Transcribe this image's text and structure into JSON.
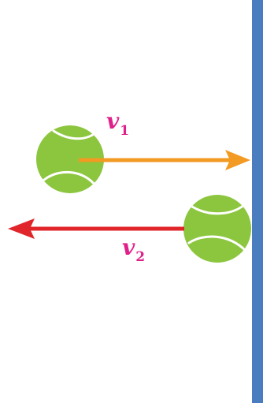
{
  "labels": {
    "v1": {
      "symbol": "v",
      "subscript": "1"
    },
    "v2": {
      "symbol": "v",
      "subscript": "2"
    }
  },
  "colors": {
    "wall": "#4a7cc0",
    "arrow_incoming": "#f39a22",
    "arrow_rebound": "#e0262a",
    "label": "#e0208a",
    "ball_fill": "#8cc63f",
    "ball_seam": "#ffffff"
  },
  "objects": {
    "ball_incoming": "tennis-ball-icon",
    "ball_rebound": "tennis-ball-icon",
    "wall": "wall"
  }
}
